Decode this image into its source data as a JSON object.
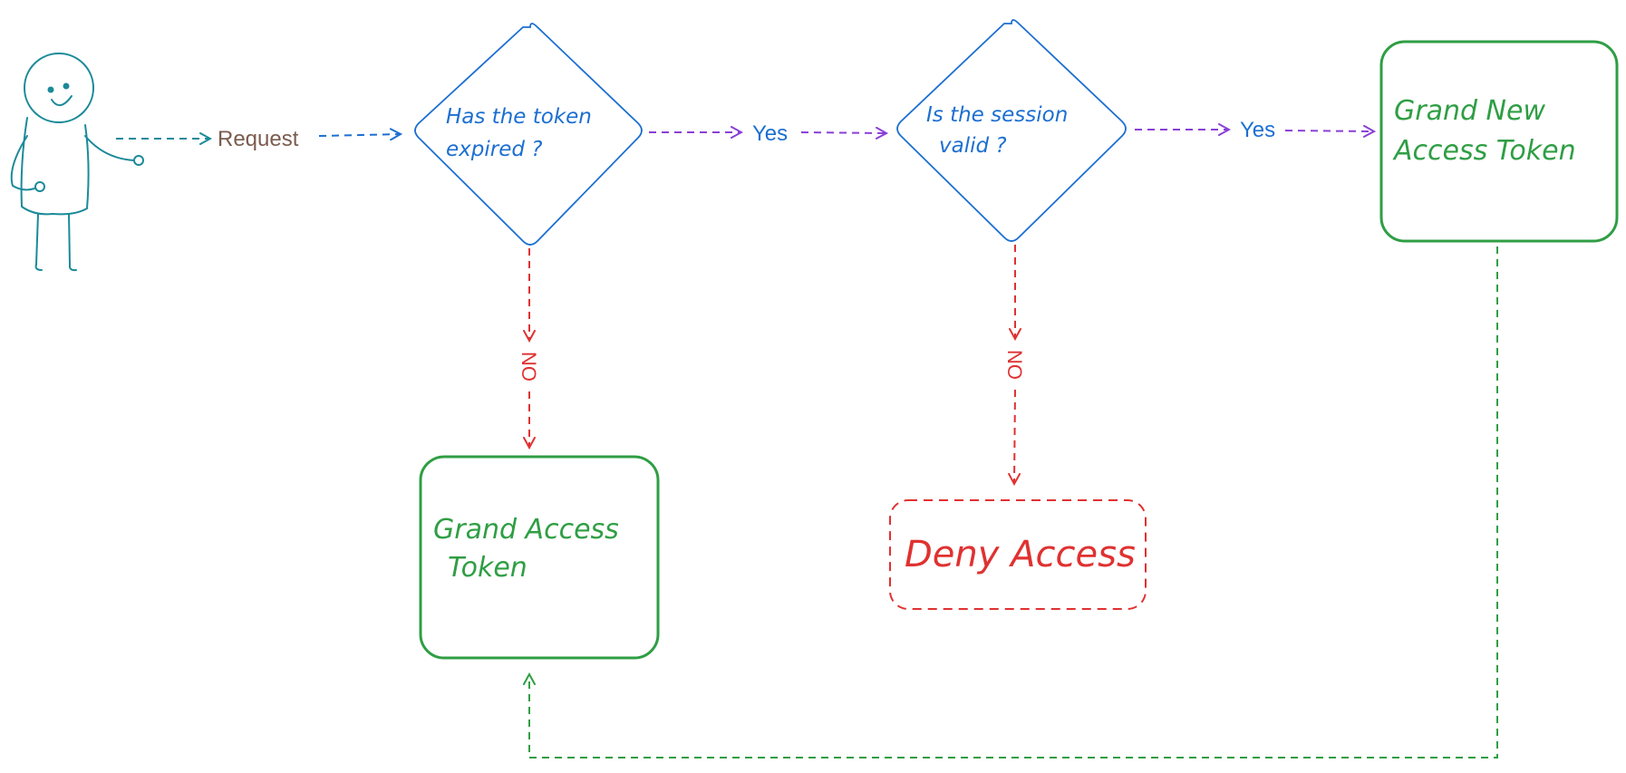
{
  "colors": {
    "teal": "#1b8a99",
    "blue": "#1c6fd1",
    "purple": "#8a3fd6",
    "red": "#e03131",
    "green": "#2f9e44",
    "brown": "#7a5c4f"
  },
  "actor": {
    "icon": "stick-figure-user-icon"
  },
  "edges": {
    "request_label": "Request",
    "yes_label_1": "Yes",
    "yes_label_2": "Yes",
    "no_label_1": "NO",
    "no_label_2": "NO"
  },
  "nodes": {
    "token_expired": {
      "line1": "Has the token",
      "line2": "expired ?"
    },
    "session_valid": {
      "line1": "Is the session",
      "line2": "valid ?"
    },
    "grant_new_token": {
      "line1": "Grand New",
      "line2": "Access Token"
    },
    "grant_token": {
      "line1": "Grand Access",
      "line2": "Token"
    },
    "deny_access": {
      "label": "Deny Access"
    }
  }
}
